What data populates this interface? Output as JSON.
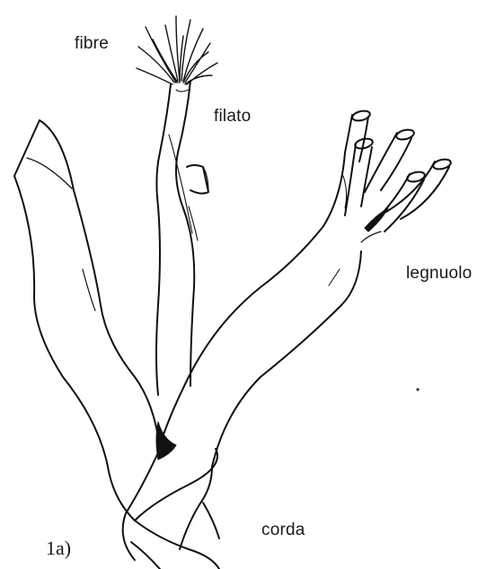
{
  "labels": {
    "fibre": "fibre",
    "filato": "filato",
    "legnuolo": "legnuolo",
    "corda": "corda"
  },
  "figure_number": "1a)",
  "colors": {
    "ink": "#111111",
    "background": "#ffffff"
  }
}
